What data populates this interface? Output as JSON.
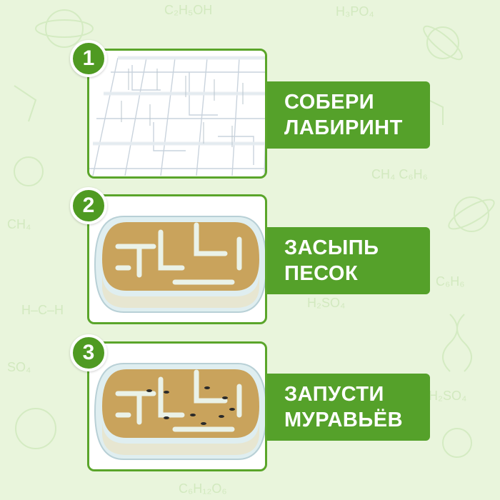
{
  "steps": [
    {
      "number": "1",
      "line1": "СОБЕРИ",
      "line2": "ЛАБИРИНТ",
      "illustration": "empty-plastic-maze"
    },
    {
      "number": "2",
      "line1": "ЗАСЫПЬ",
      "line2": "ПЕСОК",
      "illustration": "sand-filled-maze"
    },
    {
      "number": "3",
      "line1": "ЗАПУСТИ",
      "line2": "МУРАВЬЁВ",
      "illustration": "ant-maze"
    }
  ],
  "colors": {
    "background": "#e9f5dc",
    "accent": "#55a12a",
    "badge": "#4f9a22",
    "sand": "#c9a35c"
  }
}
